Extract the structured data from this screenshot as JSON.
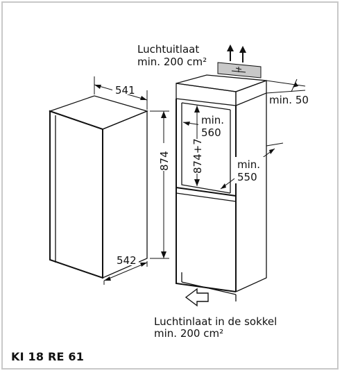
{
  "labels": {
    "air_outlet_line1": "Luchtuitlaat",
    "air_outlet_line2": "min. 200 cm²",
    "dim_width": "541",
    "dim_height": "874",
    "dim_depth": "542",
    "dim_gap_top": "min. 50",
    "dim_niche_width_line1": "min.",
    "dim_niche_width_line2": "560",
    "dim_niche_height": "874+7",
    "dim_niche_depth_line1": "min.",
    "dim_niche_depth_line2": "550",
    "air_inlet_line1": "Luchtinlaat in de sokkel",
    "air_inlet_line2": "min. 200 cm²"
  },
  "model": "KI 18 RE 61",
  "colors": {
    "frame": "#c8c8c8",
    "ink": "#111111",
    "background": "#ffffff"
  }
}
